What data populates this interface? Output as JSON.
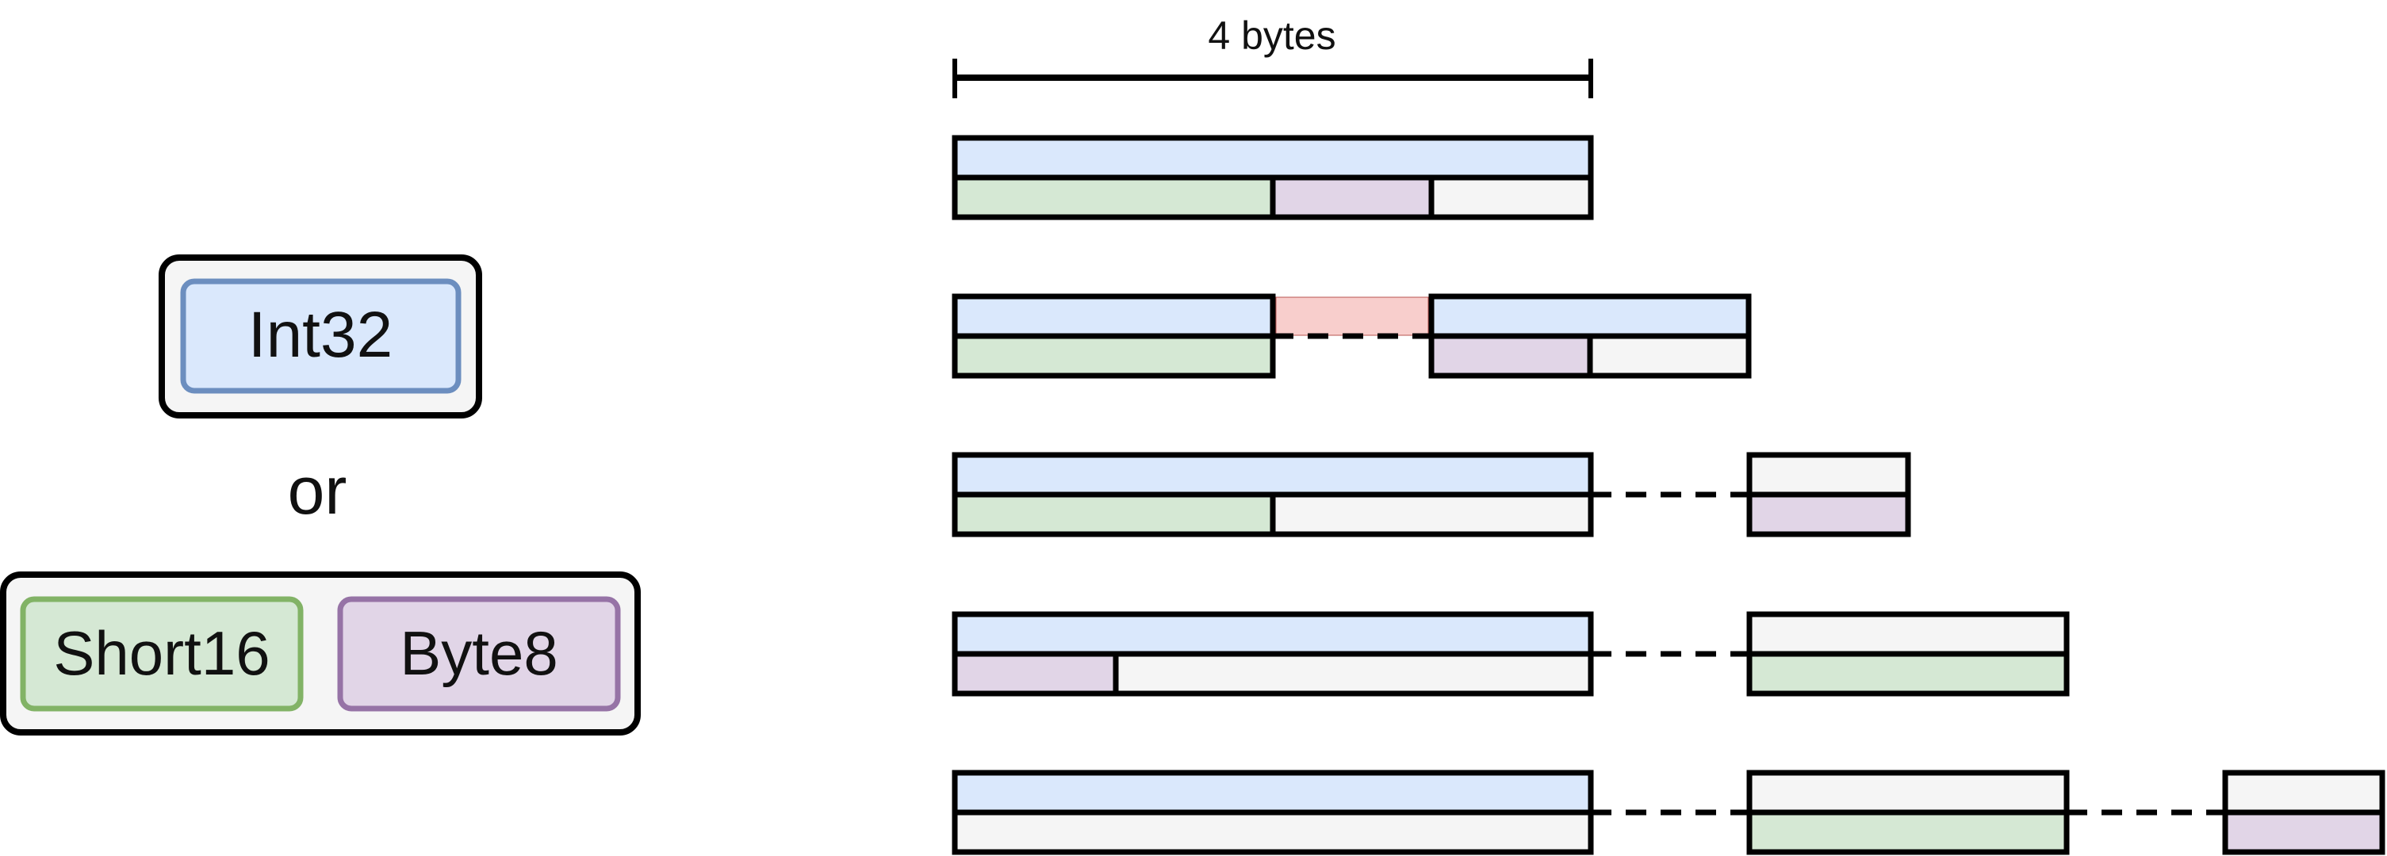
{
  "legend": {
    "int32": {
      "label": "Int32"
    },
    "or_text": "or",
    "short16": {
      "label": "Short16"
    },
    "byte8": {
      "label": "Byte8"
    }
  },
  "ruler": {
    "label": "4 bytes"
  },
  "colors": {
    "int32_fill": "#dae8fc",
    "int32_stroke": "#6c8ebf",
    "short16_fill": "#d5e8d4",
    "short16_stroke": "#82b366",
    "byte8_fill": "#e1d5e7",
    "byte8_stroke": "#9673a6",
    "empty_fill": "#f5f5f5",
    "padding_fill": "#f8cecc",
    "stroke": "#000000"
  }
}
